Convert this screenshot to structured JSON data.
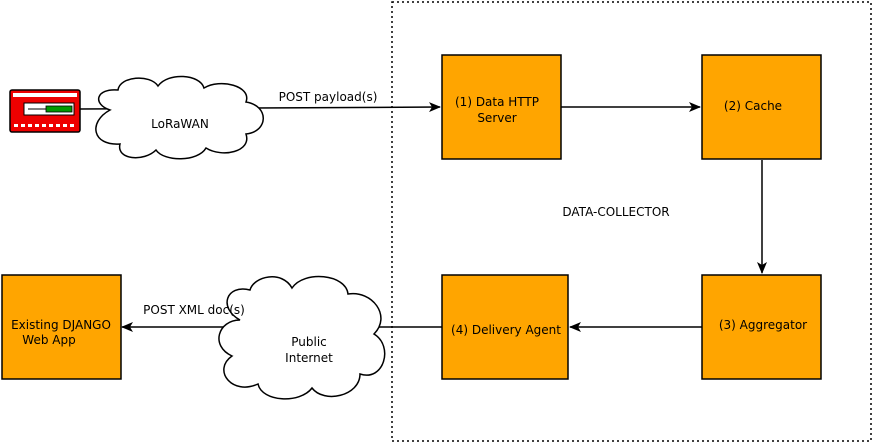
{
  "diagram": {
    "boundary": {
      "label": "DATA-COLLECTOR"
    },
    "nodes": {
      "data_http_server": {
        "lines": [
          "(1) Data HTTP",
          "Server"
        ],
        "fill": "#ffa500"
      },
      "cache": {
        "lines": [
          "(2) Cache"
        ],
        "fill": "#ffa500"
      },
      "aggregator": {
        "lines": [
          "(3) Aggregator"
        ],
        "fill": "#ffa500"
      },
      "delivery_agent": {
        "lines": [
          "(4) Delivery Agent"
        ],
        "fill": "#ffa500"
      },
      "django_app": {
        "lines": [
          "Existing DJANGO",
          "Web App"
        ],
        "fill": "#ffa500"
      }
    },
    "clouds": {
      "lorawan": {
        "lines": [
          "LoRaWAN"
        ]
      },
      "public_internet": {
        "lines": [
          "Public",
          "Internet"
        ]
      }
    },
    "edges": {
      "post_payload": {
        "label": "POST payload(s)"
      },
      "post_xml": {
        "label": "POST XML doc(s)"
      }
    },
    "device": {
      "icon": "lora-sensor-device-icon",
      "body_color": "#ee0000",
      "accent_color": "#009900"
    }
  }
}
